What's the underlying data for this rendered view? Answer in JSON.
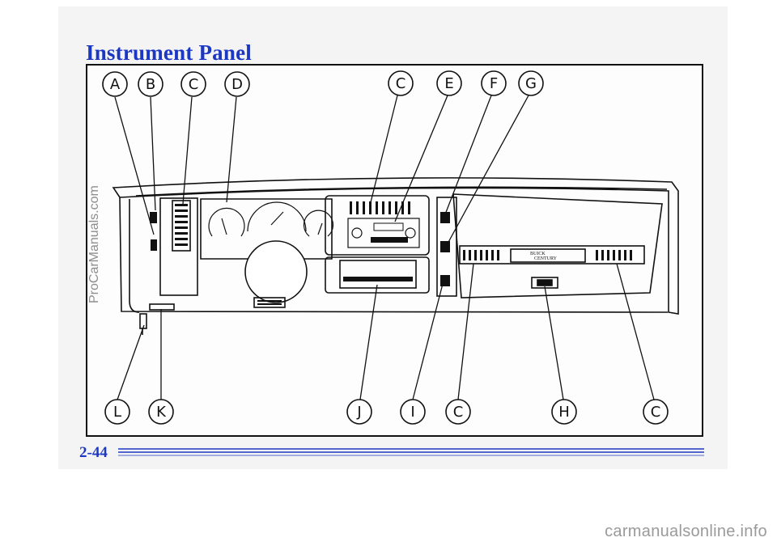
{
  "page": {
    "title": "Instrument Panel",
    "page_number": "2-44",
    "watermark_side": "ProCarManuals.com",
    "watermark_bottom": "carmanualsonline.info"
  },
  "figure": {
    "callouts_top": [
      "A",
      "B",
      "C",
      "D",
      "C",
      "E",
      "F",
      "G"
    ],
    "callouts_bottom": [
      "L",
      "K",
      "J",
      "I",
      "C",
      "H",
      "C"
    ],
    "nameplate_line1": "BUICK",
    "nameplate_line2": "CENTURY"
  },
  "colors": {
    "title": "#1c37c2",
    "rule": "#1c37c2",
    "line_art": "#111111"
  }
}
